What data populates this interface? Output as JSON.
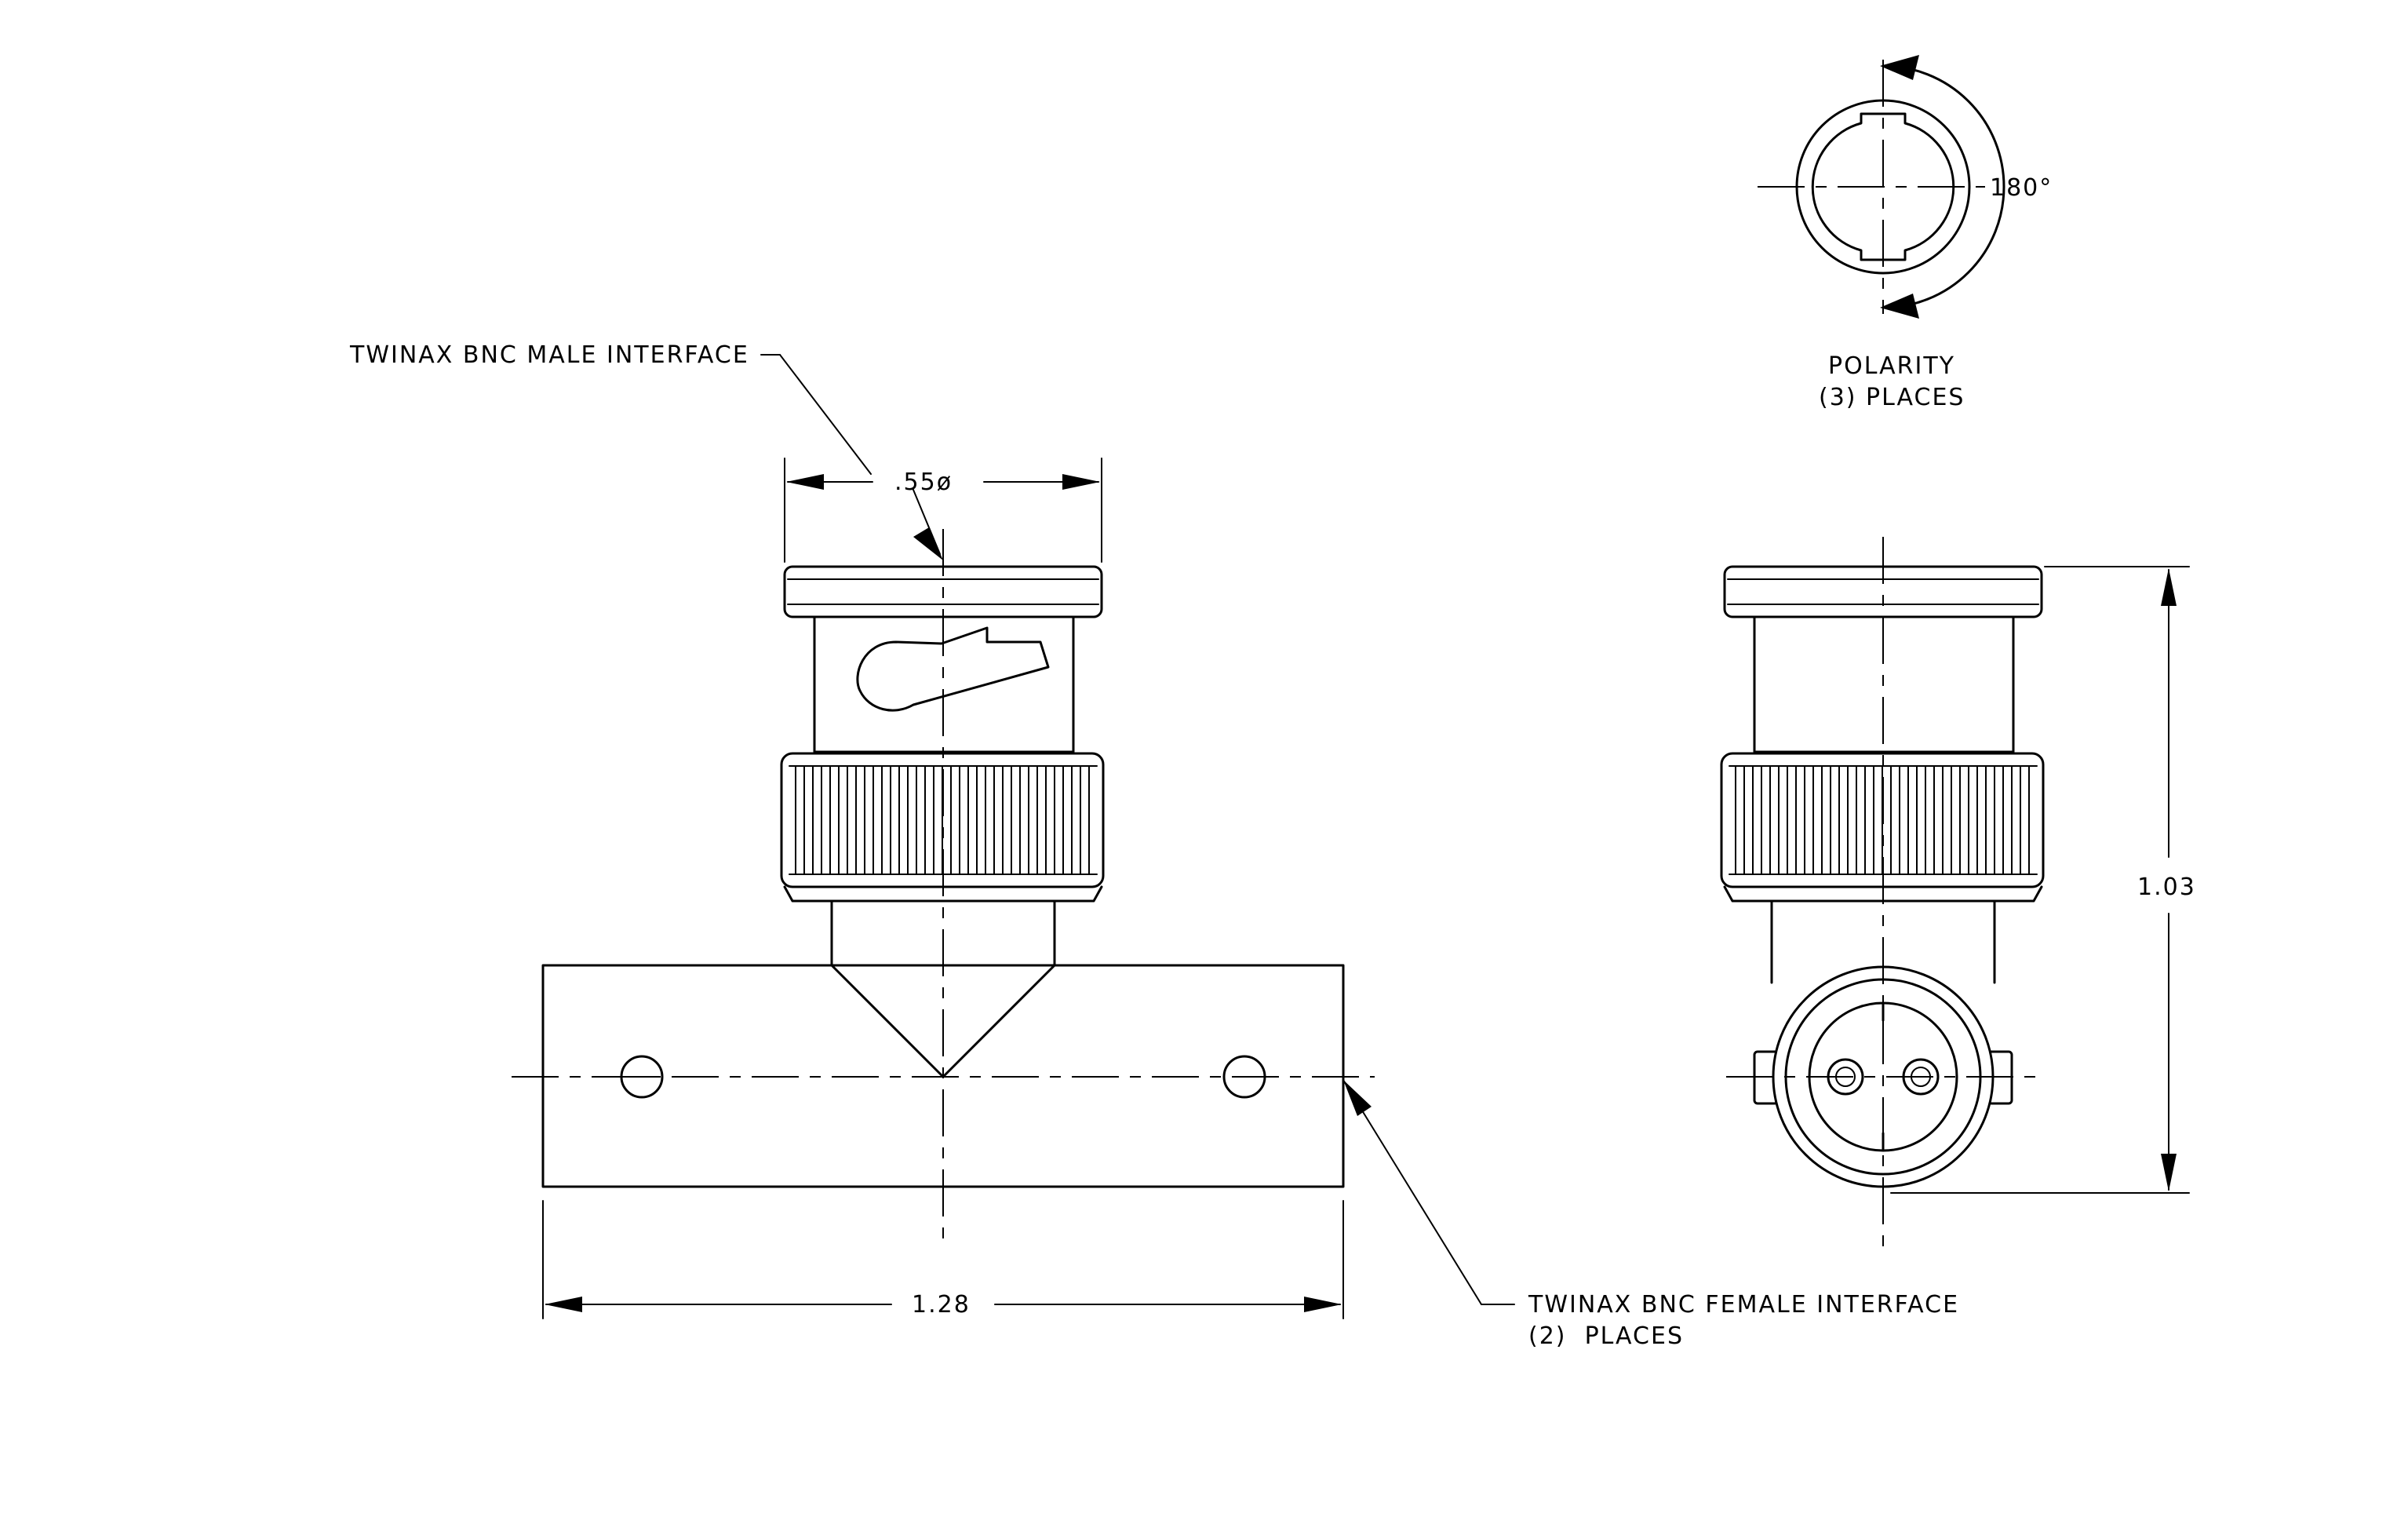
{
  "labels": {
    "male_interface": "TWINAX BNC MALE INTERFACE",
    "female_interface_line1": "TWINAX BNC FEMALE INTERFACE",
    "female_interface_line2": "(2)  PLACES",
    "polarity_line1": "POLARITY",
    "polarity_line2": "(3) PLACES",
    "angle": "180°"
  },
  "dimensions": {
    "diameter": ".55ø",
    "width": "1.28",
    "height": "1.03"
  }
}
